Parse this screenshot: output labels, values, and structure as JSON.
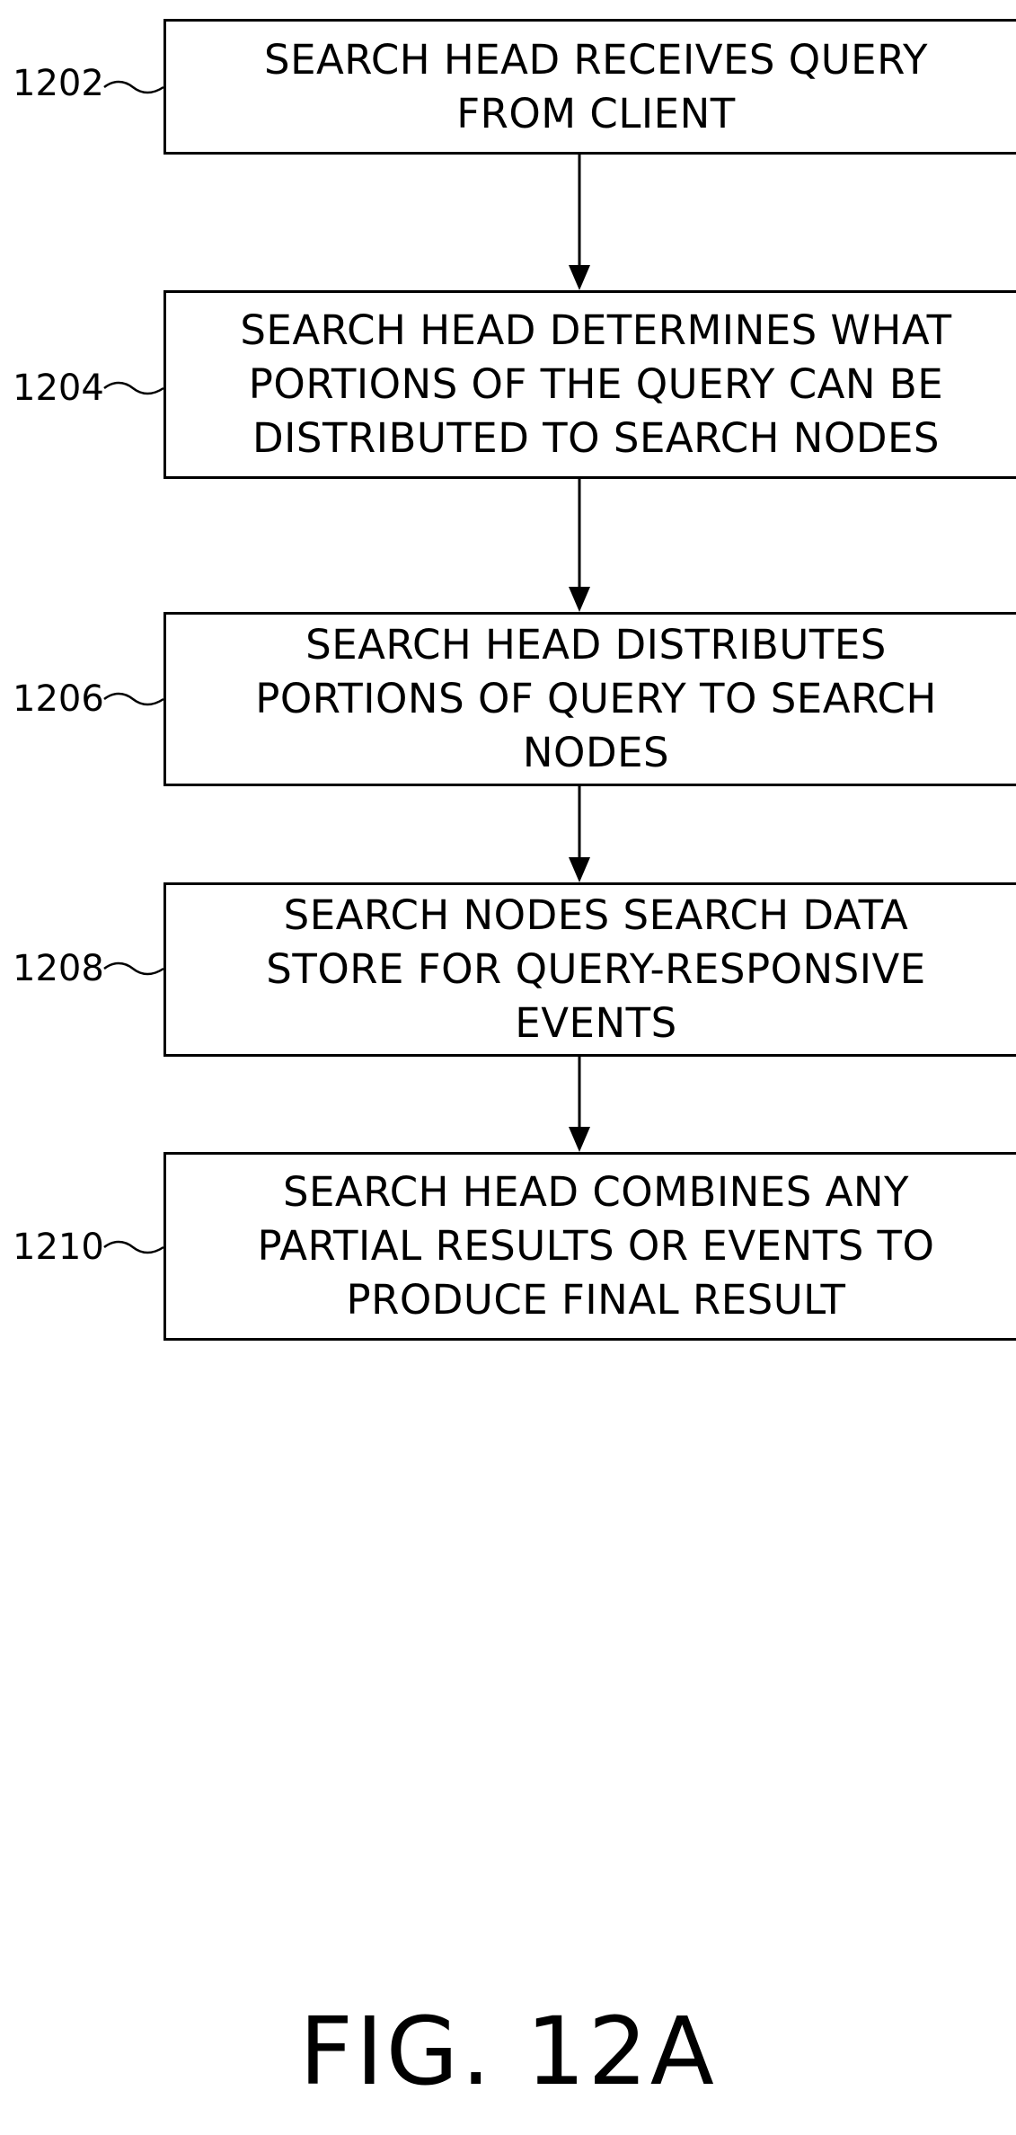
{
  "steps": [
    {
      "ref": "1202",
      "text": "SEARCH HEAD RECEIVES QUERY\nFROM CLIENT"
    },
    {
      "ref": "1204",
      "text": "SEARCH HEAD DETERMINES WHAT\nPORTIONS OF THE QUERY CAN BE\nDISTRIBUTED TO SEARCH NODES"
    },
    {
      "ref": "1206",
      "text": "SEARCH HEAD DISTRIBUTES\nPORTIONS OF QUERY TO SEARCH\nNODES"
    },
    {
      "ref": "1208",
      "text": "SEARCH NODES SEARCH DATA\nSTORE FOR QUERY-RESPONSIVE\nEVENTS"
    },
    {
      "ref": "1210",
      "text": "SEARCH HEAD COMBINES ANY\nPARTIAL RESULTS OR EVENTS TO\nPRODUCE FINAL RESULT"
    }
  ],
  "figure_label": "FIG. 12A"
}
